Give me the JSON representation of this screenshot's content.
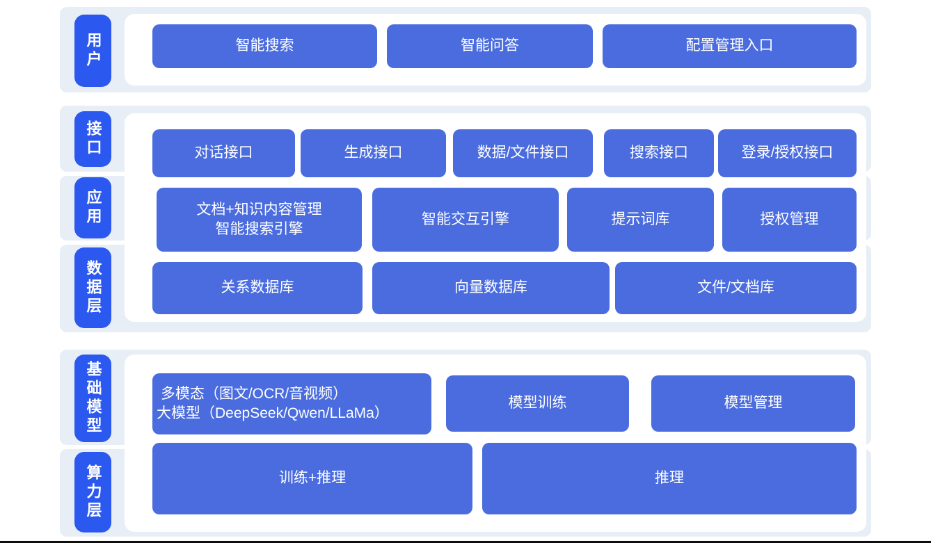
{
  "colors": {
    "section_bg": "#e8eef5",
    "panel_bg": "#ffffff",
    "pill_bg": "#2b58ee",
    "box_bg": "#4a6cde",
    "text": "#ffffff",
    "divider": "#0d0d0d"
  },
  "sections": [
    {
      "name": "user-layer",
      "rows": [
        {
          "pill": "用户",
          "buttons": [
            {
              "label": "智能搜索"
            },
            {
              "label": "智能问答"
            },
            {
              "label": "配置管理入口"
            }
          ]
        }
      ]
    },
    {
      "name": "interface-app-data-layer",
      "rows": [
        {
          "pill": "接口",
          "buttons": [
            {
              "label": "对话接口"
            },
            {
              "label": "生成接口"
            },
            {
              "label": "数据/文件接口"
            },
            {
              "label": "搜索接口"
            },
            {
              "label": "登录/授权接口"
            }
          ]
        },
        {
          "pill": "应用",
          "buttons": [
            {
              "label": "文档+知识内容管理\n智能搜索引擎"
            },
            {
              "label": "智能交互引擎"
            },
            {
              "label": "提示词库"
            },
            {
              "label": "授权管理"
            }
          ]
        },
        {
          "pill": "数据层",
          "buttons": [
            {
              "label": "关系数据库"
            },
            {
              "label": "向量数据库"
            },
            {
              "label": "文件/文档库"
            }
          ]
        }
      ]
    },
    {
      "name": "foundation-compute-layer",
      "rows": [
        {
          "pill": "基础模型",
          "buttons": [
            {
              "label": " 多模态（图文/OCR/音视频）\n大模型（DeepSeek/Qwen/LLaMa）"
            },
            {
              "label": "模型训练"
            },
            {
              "label": "模型管理"
            }
          ]
        },
        {
          "pill": "算力层",
          "buttons": [
            {
              "label": "训练+推理"
            },
            {
              "label": "推理"
            }
          ]
        }
      ]
    }
  ]
}
